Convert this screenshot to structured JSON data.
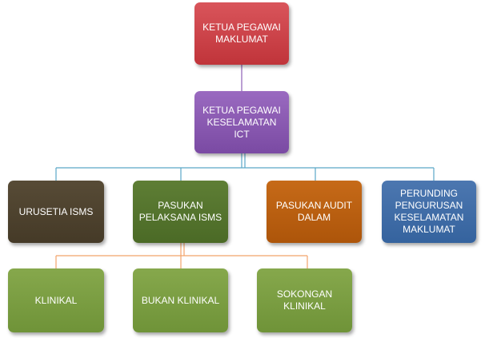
{
  "org_chart": {
    "root": {
      "label": "KETUA PEGAWAI MAKLUMAT",
      "color": "#c0343a"
    },
    "ict_head": {
      "label": "KETUA PEGAWAI KESELAMATAN ICT",
      "color": "#7a4aa3"
    },
    "units": [
      {
        "label": "URUSETIA ISMS",
        "color": "#453a27"
      },
      {
        "label": "PASUKAN PELAKSANA ISMS",
        "color": "#4b6a26"
      },
      {
        "label": "PASUKAN AUDIT DALAM",
        "color": "#ad550a"
      },
      {
        "label": "PERUNDING PENGURUSAN KESELAMATAN MAKLUMAT",
        "color": "#35639e"
      }
    ],
    "implementation_teams": [
      {
        "label": "KLINIKAL",
        "color": "#6f9338"
      },
      {
        "label": "BUKAN KLINIKAL",
        "color": "#6f9338"
      },
      {
        "label": "SOKONGAN KLINIKAL",
        "color": "#6f9338"
      }
    ],
    "connector_colors": {
      "root_to_ict": "#8e5fb6",
      "ict_to_units": "#5aa7c7",
      "pelaksana_to_teams": "#f2a46b"
    }
  }
}
